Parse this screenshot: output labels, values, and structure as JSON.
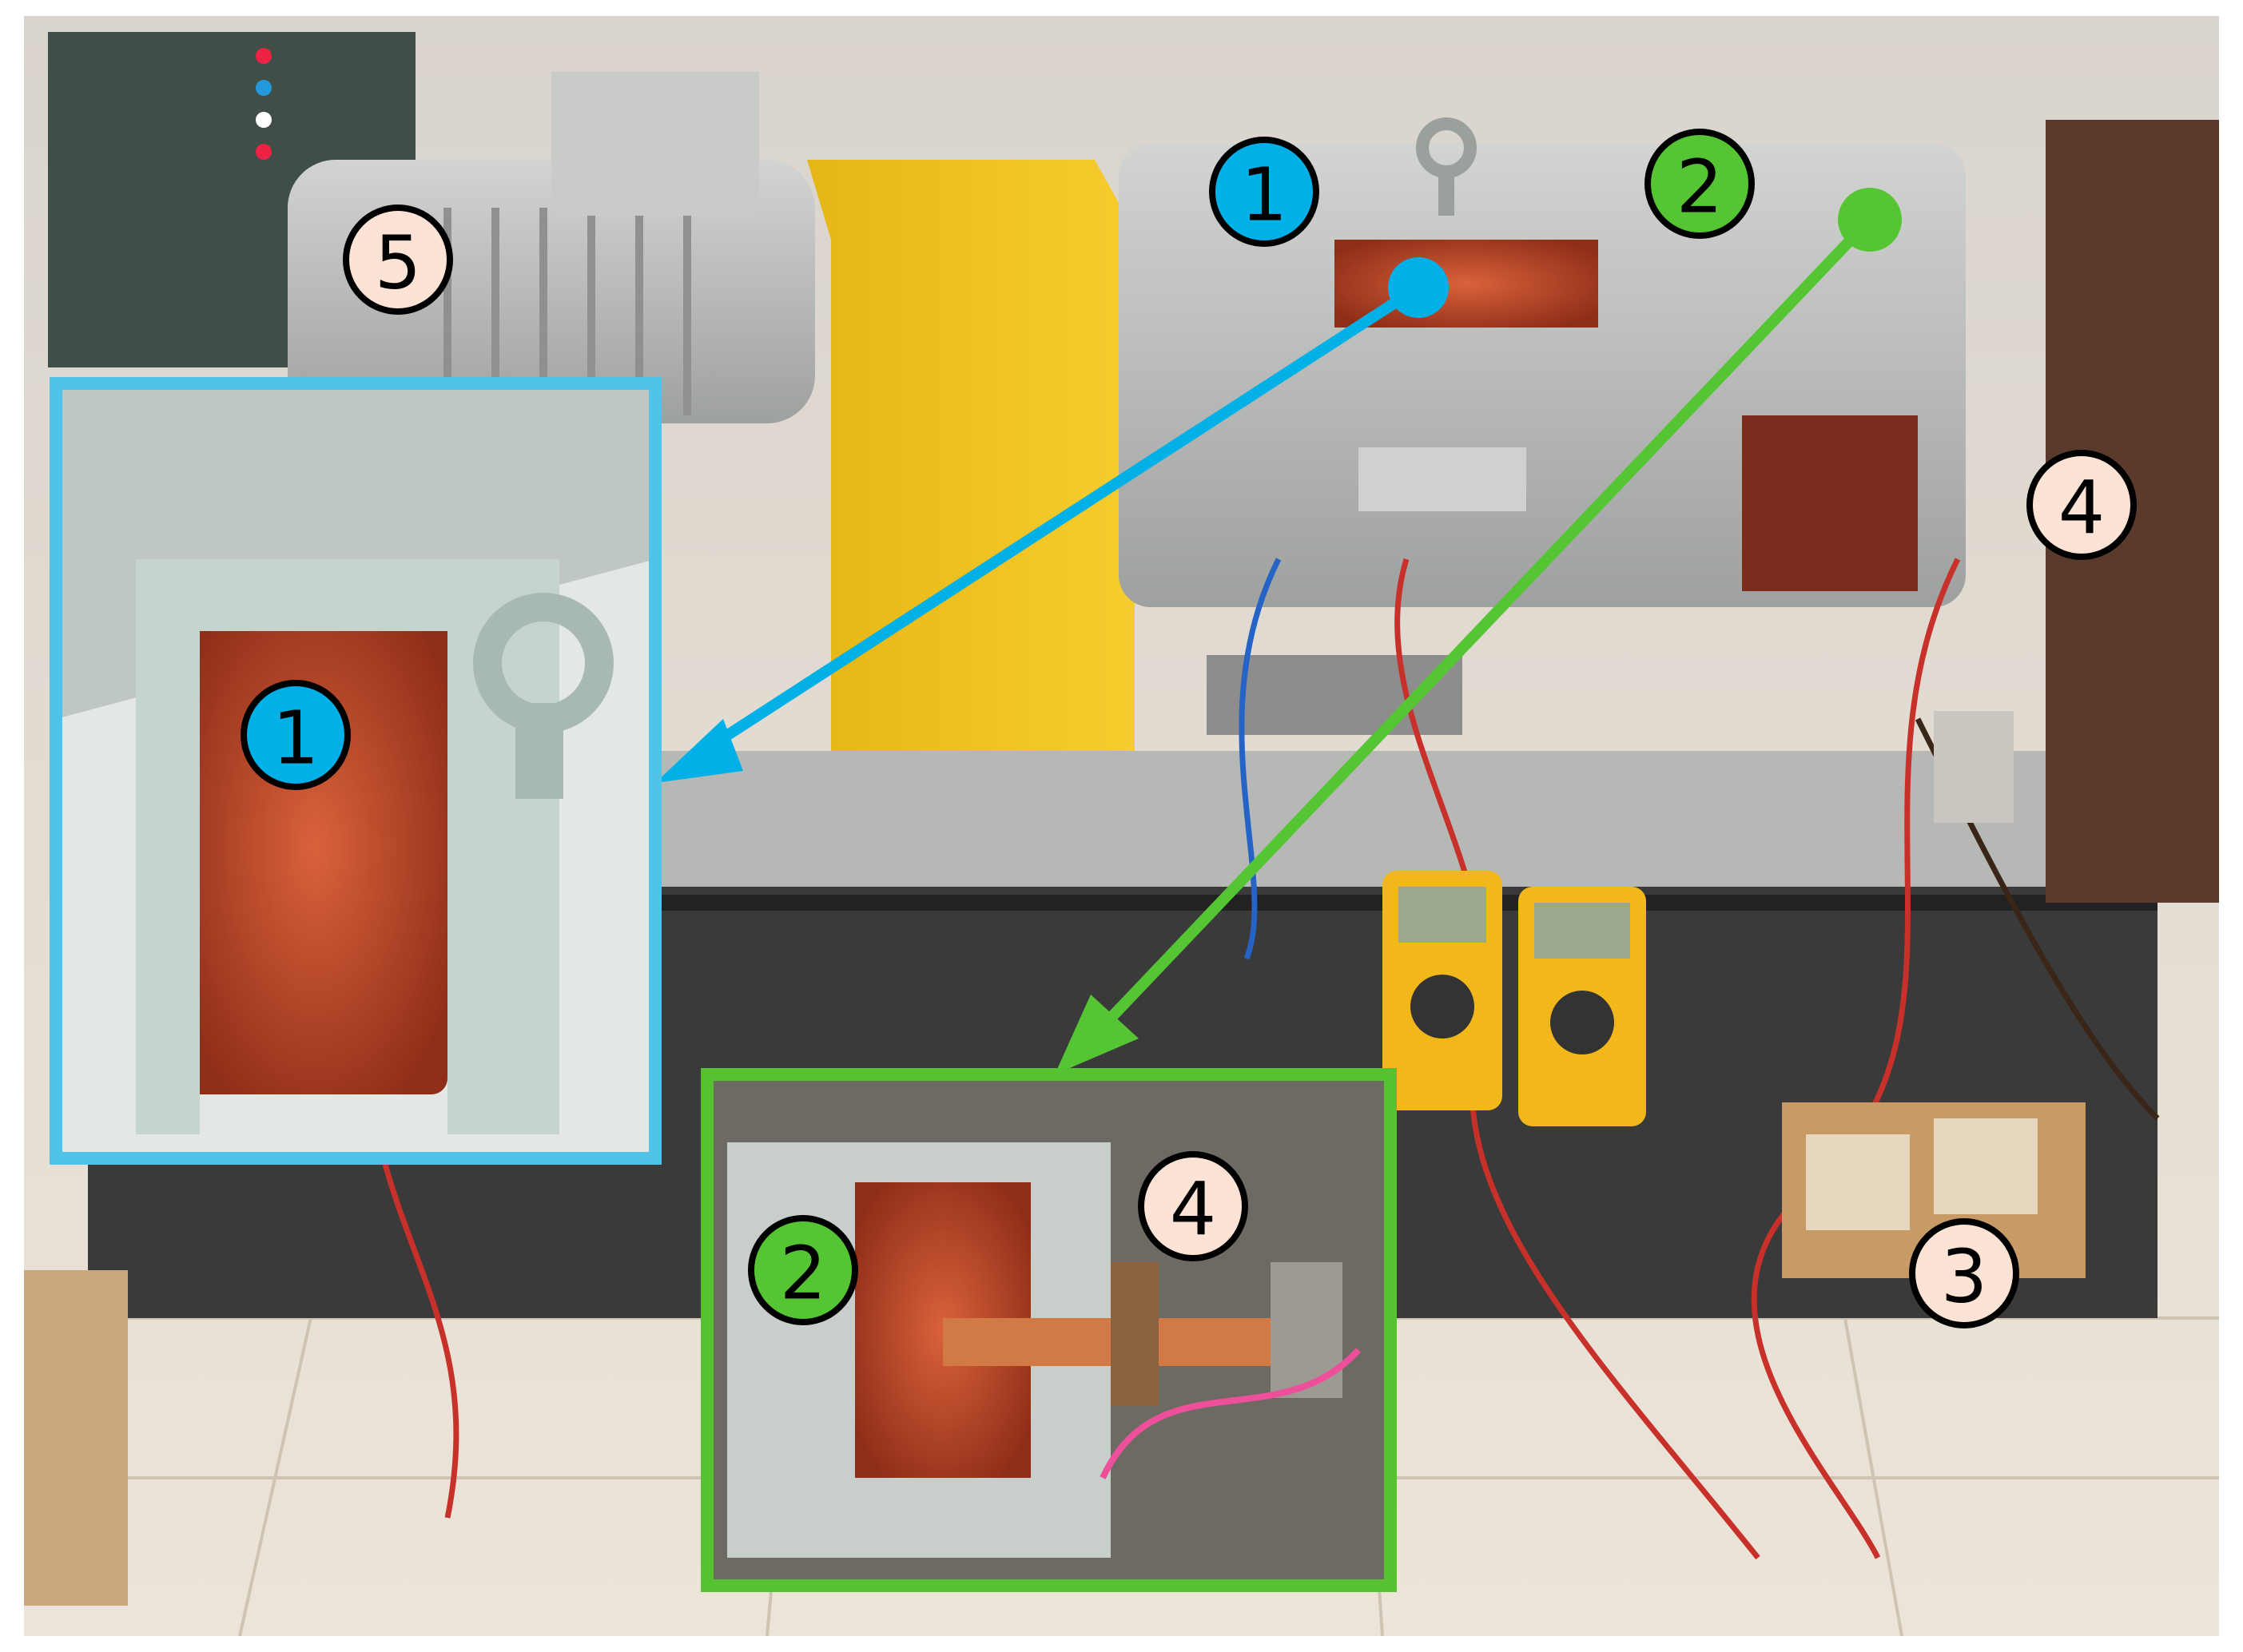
{
  "markers": {
    "m1_main": "1",
    "m2_main": "2",
    "m3": "3",
    "m4_main": "4",
    "m5": "5",
    "m1_inset": "1",
    "m2_inset": "2",
    "m4_inset": "4"
  },
  "colors": {
    "blue_accent": "#00b0e6",
    "blue_inset_border": "#4fc3ea",
    "green_accent": "#55c533",
    "green_inset_border": "#56c232",
    "peach_marker": "#fde3d5",
    "yellow_housing": "#f2c21c",
    "grey_machine": "#b9bcba",
    "copper_winding": "#c2482a",
    "floor_tile": "#e9dccb",
    "bench_dark": "#2b2b2b"
  },
  "icons": {
    "multimeter_left": "multimeter-icon",
    "multimeter_right": "multimeter-icon",
    "eye_bolt": "eye-bolt-icon"
  }
}
